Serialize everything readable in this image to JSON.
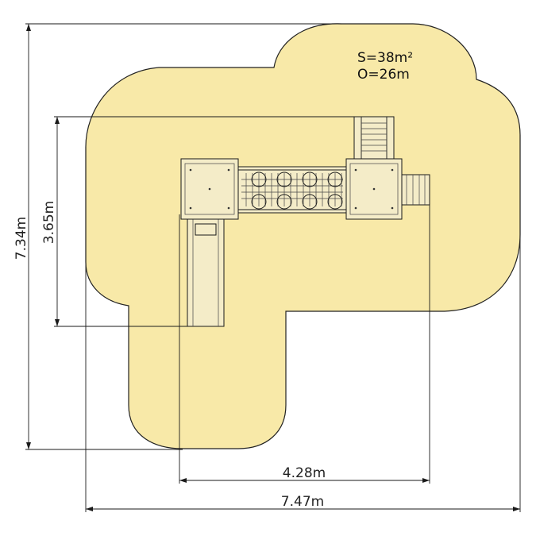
{
  "info": {
    "area": "S=38m²",
    "perimeter": "O=26m"
  },
  "dimensions": {
    "total_height": "7.34m",
    "inner_height": "3.65m",
    "inner_width": "4.28m",
    "total_width": "7.47m"
  },
  "colors": {
    "safety_zone": "#f8e9a8",
    "safety_zone_stroke": "#222222",
    "lines": "#1a1a1a"
  }
}
